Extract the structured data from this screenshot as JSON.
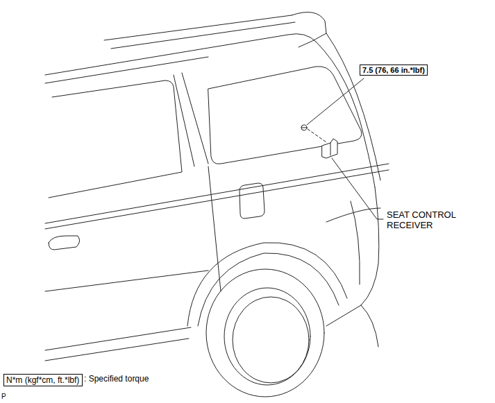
{
  "diagram": {
    "nodes": [
      {
        "text": [
          "7.5 (76, 66 in.*lbf)"
        ]
      },
      {
        "text": [
          "N*m (kgf*cm, ft.*lbf)"
        ]
      }
    ],
    "labels": [
      "SEAT CONTROL RECEIVER",
      ": Specified torque",
      "P"
    ]
  }
}
